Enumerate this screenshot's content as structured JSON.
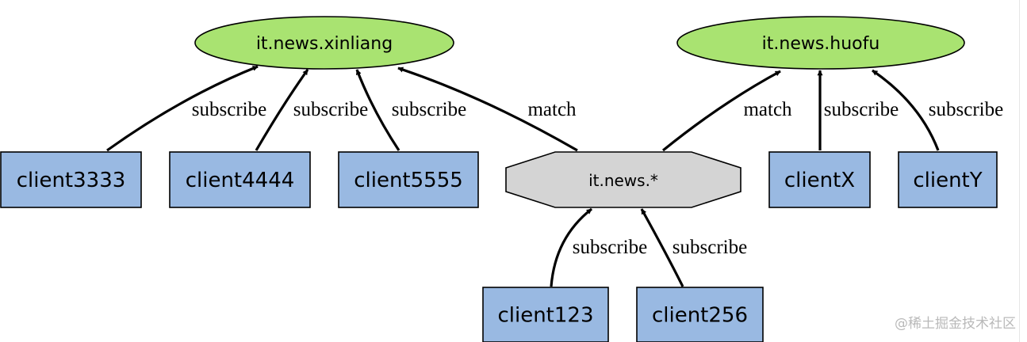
{
  "diagram": {
    "topics": [
      {
        "label": "it.news.xinliang",
        "fill": "#a9e371"
      },
      {
        "label": "it.news.huofu",
        "fill": "#a9e371"
      }
    ],
    "pattern": {
      "label": "it.news.*",
      "fill": "#d4d4d4"
    },
    "clients": [
      {
        "label": "client3333",
        "fill": "#99b9e2"
      },
      {
        "label": "client4444",
        "fill": "#99b9e2"
      },
      {
        "label": "client5555",
        "fill": "#99b9e2"
      },
      {
        "label": "clientX",
        "fill": "#99b9e2"
      },
      {
        "label": "clientY",
        "fill": "#99b9e2"
      },
      {
        "label": "client123",
        "fill": "#99b9e2"
      },
      {
        "label": "client256",
        "fill": "#99b9e2"
      }
    ],
    "edges": [
      {
        "from": "client3333",
        "to": "it.news.xinliang",
        "label": "subscribe"
      },
      {
        "from": "client4444",
        "to": "it.news.xinliang",
        "label": "subscribe"
      },
      {
        "from": "client5555",
        "to": "it.news.xinliang",
        "label": "subscribe"
      },
      {
        "from": "it.news.*",
        "to": "it.news.xinliang",
        "label": "match"
      },
      {
        "from": "it.news.*",
        "to": "it.news.huofu",
        "label": "match"
      },
      {
        "from": "clientX",
        "to": "it.news.huofu",
        "label": "subscribe"
      },
      {
        "from": "clientY",
        "to": "it.news.huofu",
        "label": "subscribe"
      },
      {
        "from": "client123",
        "to": "it.news.*",
        "label": "subscribe"
      },
      {
        "from": "client256",
        "to": "it.news.*",
        "label": "subscribe"
      }
    ]
  },
  "watermark": "@稀土掘金技术社区"
}
